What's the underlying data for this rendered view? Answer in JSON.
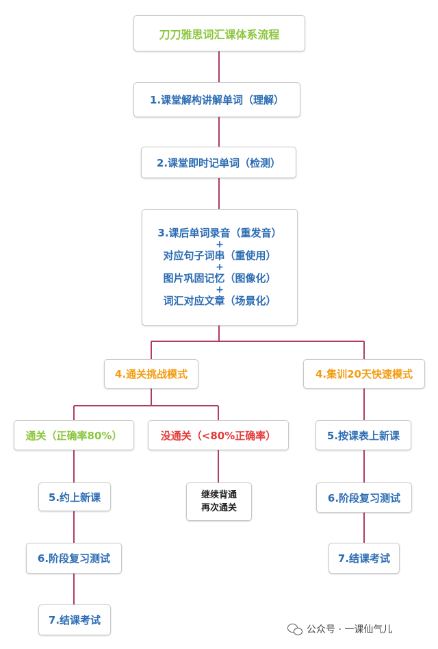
{
  "title": "刀刀雅思词汇课体系流程",
  "step1": "1.课堂解构讲解单词（理解）",
  "step2": "2.课堂即时记单词（检测）",
  "step3": {
    "line1": "3.课后单词录音（重发音）",
    "plus": "+",
    "line2": "对应句子词串（重使用）",
    "line3": "图片巩固记忆（图像化）",
    "line4": "词汇对应文章（场景化）"
  },
  "branch_left": "4.通关挑战模式",
  "branch_right": "4.集训20天快速模式",
  "pass": "通关（正确率80%）",
  "fail": "没通关（<80%正确率）",
  "fail_action": {
    "line1": "继续背通",
    "line2": "再次通关"
  },
  "left_path": [
    "5.约上新课",
    "6.阶段复习测试",
    "7.结课考试"
  ],
  "right_path": [
    "5.按课表上新课",
    "6.阶段复习测试",
    "7.结课考试"
  ],
  "colors": {
    "connector": "#b03a64",
    "blue_text": "#2b6cb3",
    "green_text": "#8cc63f",
    "orange_text": "#f39c12",
    "red_text": "#e33b3b"
  },
  "watermark": {
    "icon": "wechat-icon",
    "text": "公众号 · 一课仙气儿"
  }
}
